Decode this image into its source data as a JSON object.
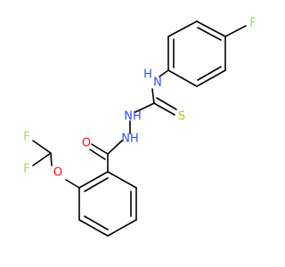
{
  "molecule": {
    "atoms": {
      "f_top": {
        "text": "F",
        "color": "#90E050"
      },
      "nh_aryl": {
        "text": "H",
        "color": "#3050F8"
      },
      "n_aryl": {
        "text": "N",
        "color": "#3050F8"
      },
      "nh_hydrazine_1": {
        "text": "NH",
        "color": "#3050F8"
      },
      "s_thione": {
        "text": "S",
        "color": "#C6C600"
      },
      "o_carbonyl": {
        "text": "O",
        "color": "#FF0D0D"
      },
      "nh_hydrazine_2": {
        "text": "NH",
        "color": "#3050F8"
      },
      "f_left_top": {
        "text": "F",
        "color": "#90E050"
      },
      "o_ether": {
        "text": "O",
        "color": "#FF0D0D"
      },
      "f_left_bottom": {
        "text": "F",
        "color": "#90E050"
      }
    }
  }
}
